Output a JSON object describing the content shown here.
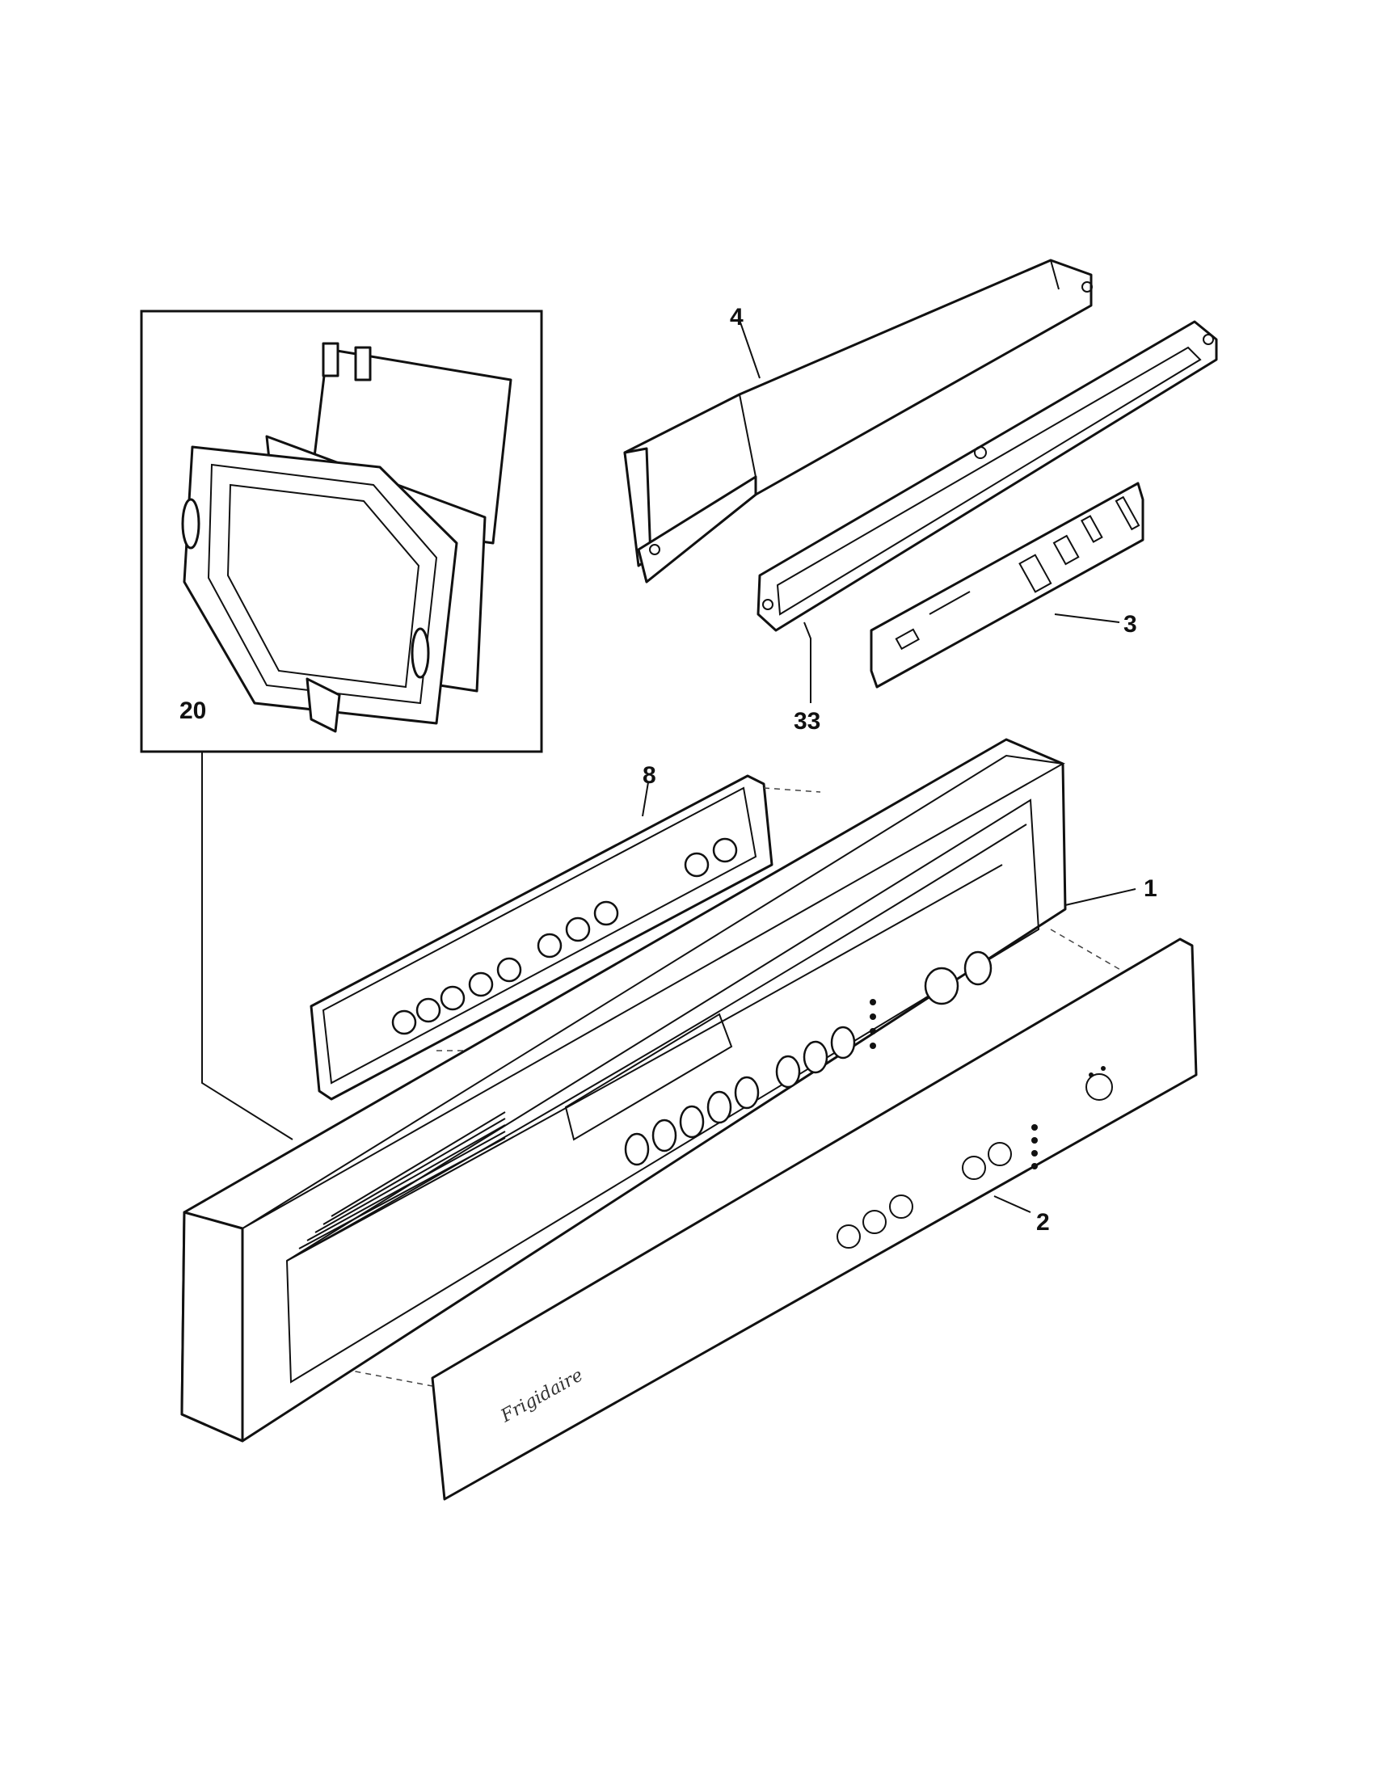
{
  "diagram": {
    "callouts": [
      "20",
      "4",
      "3",
      "33",
      "8",
      "1",
      "2"
    ],
    "brand_script": "Frigidaire"
  }
}
